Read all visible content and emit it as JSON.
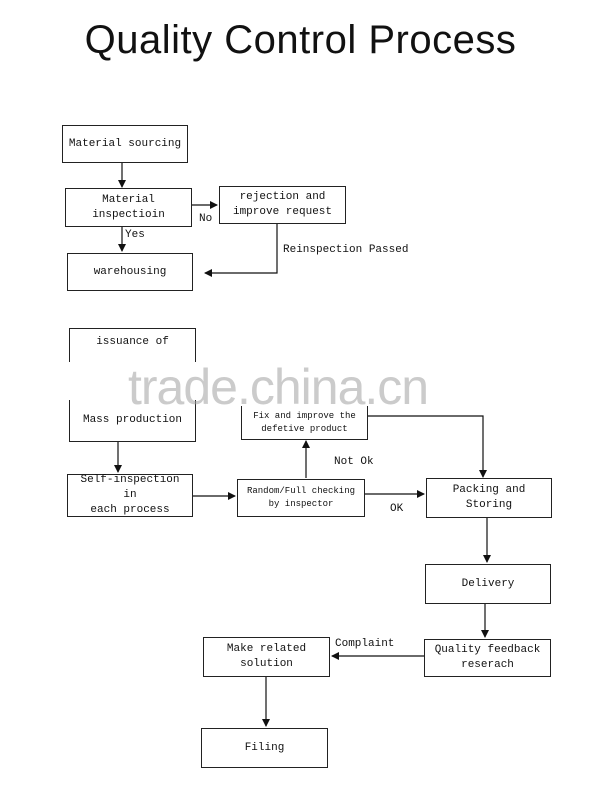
{
  "title": "Quality Control Process",
  "watermark": "trade.china.cn",
  "nodes": {
    "material_sourcing": "Material sourcing",
    "material_inspection": "Material\ninspectioin",
    "rejection": "rejection and\nimprove request",
    "warehousing": "warehousing",
    "issuance": "issuance of",
    "mass_production": "Mass production",
    "fix_improve": "Fix and improve the\ndefetive product",
    "self_inspection": "Self-inspection in\neach  process",
    "random_full": "Random/Full checking\nby inspector",
    "packing": "Packing and\nStoring",
    "delivery": "Delivery",
    "quality_feedback": "Quality feedback\nreserach",
    "make_solution": "Make related\nsolution",
    "filing": "Filing"
  },
  "edge_labels": {
    "no": "No",
    "yes": "Yes",
    "reinspection": "Reinspection Passed",
    "not_ok": "Not Ok",
    "ok": "OK",
    "complaint": "Complaint"
  },
  "colors": {
    "line": "#111111",
    "border": "#222222"
  }
}
